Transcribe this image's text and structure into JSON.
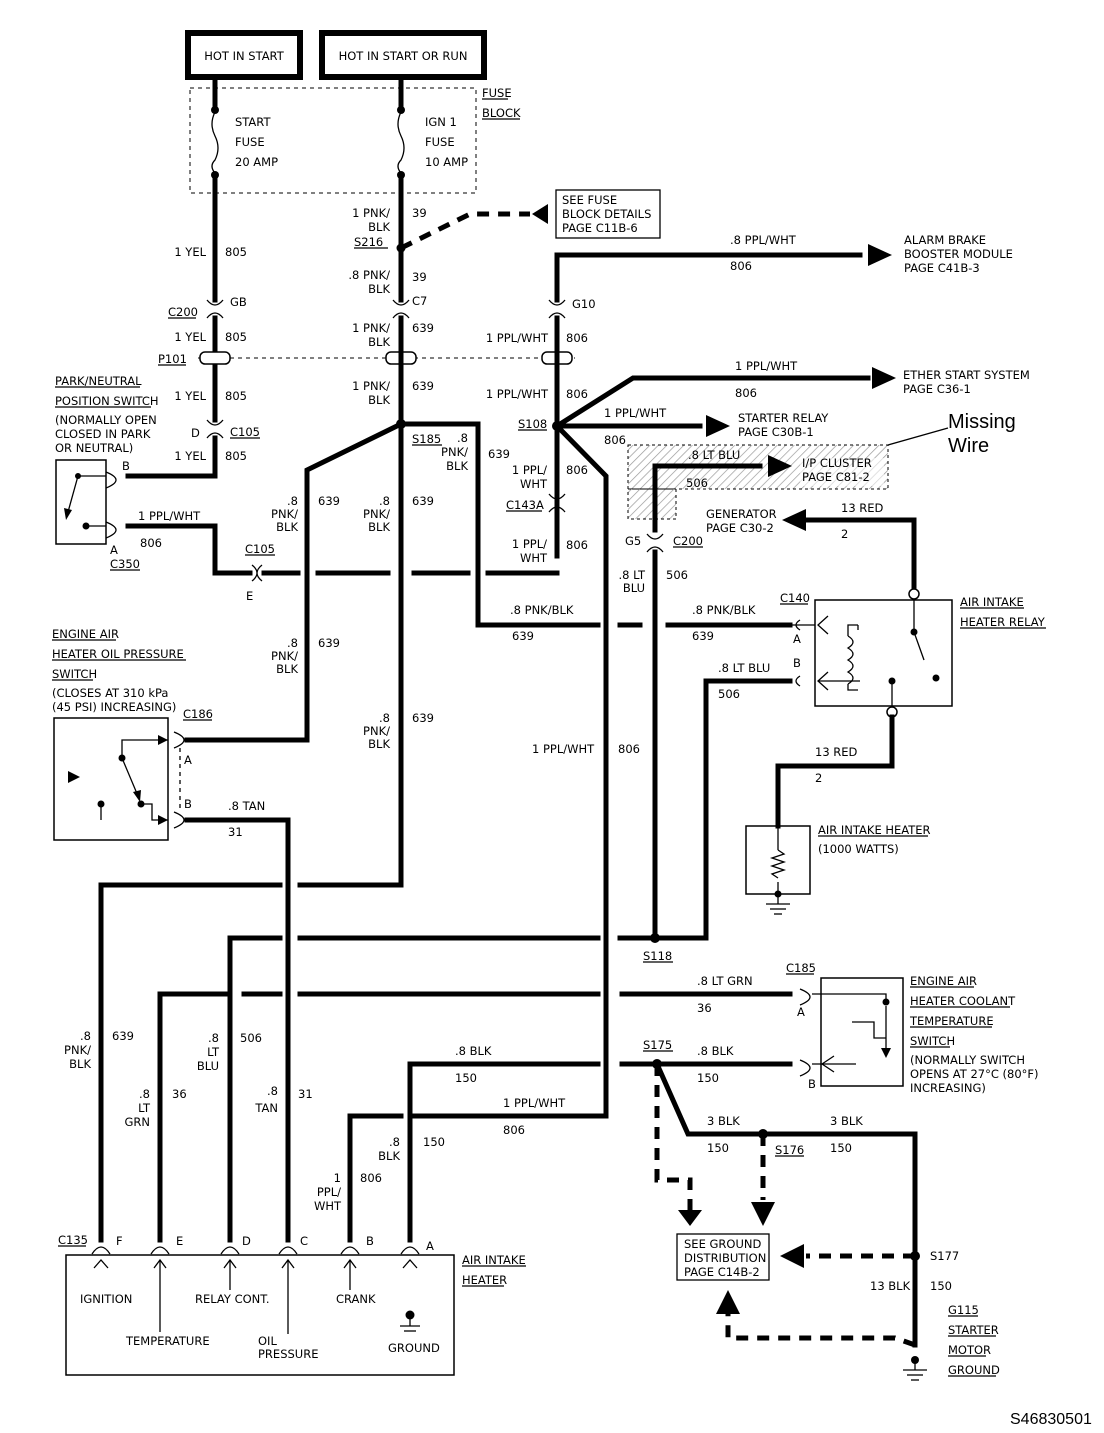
{
  "power": {
    "hot_start": "HOT IN START",
    "hot_start_run": "HOT IN START OR RUN"
  },
  "fuse_block": {
    "label1": "FUSE",
    "label2": "BLOCK",
    "start_fuse": [
      "START",
      "FUSE",
      "20 AMP"
    ],
    "ign_fuse": [
      "IGN 1",
      "FUSE",
      "10 AMP"
    ]
  },
  "fuse_ref": [
    "SEE FUSE",
    "BLOCK DETAILS",
    "PAGE C11B-6"
  ],
  "connectors": {
    "s216": "S216",
    "c200a": "C200",
    "gb": "GB",
    "c7": "C7",
    "g10": "G10",
    "p101": "P101",
    "d": "D",
    "c105a": "C105",
    "s185": "S185",
    "s108": "S108",
    "c143a": "C143A",
    "g5": "G5",
    "c200b": "C200",
    "c105b": "C105",
    "e": "E",
    "c350": "C350",
    "a": "A",
    "b": "B",
    "c140": "C140",
    "c186": "C186",
    "s118": "S118",
    "c185": "C185",
    "s175": "S175",
    "s176": "S176",
    "s177": "S177",
    "c135": "C135",
    "pin_f": "F",
    "pin_e": "E",
    "pin_d": "D",
    "pin_c": "C",
    "pin_b": "B",
    "pin_a": "A"
  },
  "wires": {
    "yel": "1 YEL",
    "w805": "805",
    "pnk_blk_1": "1 PNK/",
    "blk": "BLK",
    "w39": "39",
    "pnk_blk_8": ".8 PNK/",
    "w639": "639",
    "ppl_wht_1": "1 PPL/WHT",
    "w806": "806",
    "ppl_wht_8": ".8 PPL/WHT",
    "ppl_slash": "1 PPL/",
    "wht": "WHT",
    "pnk_blk_inline": ".8 PNK/BLK",
    "lt_blu_8": ".8 LT BLU",
    "w506": "506",
    "red_13": "13 RED",
    "w2": "2",
    "lt_blu_8a": ".8 LT",
    "blu": "BLU",
    "tan": ".8 TAN",
    "w31": "31",
    "lt_grn": ".8 LT GRN",
    "w36": "36",
    "blk_8": ".8 BLK",
    "w150": "150",
    "blk_3": "3 BLK",
    "blk_13": "13 BLK",
    "p8": ".8",
    "pnk": "PNK/",
    "lt": "LT",
    "grn": "GRN",
    "tan_v": "TAN",
    "one": "1",
    "ppl": "PPL/"
  },
  "components": {
    "park_neutral": [
      "PARK/NEUTRAL",
      "POSITION SWITCH",
      "(NORMALLY OPEN",
      "CLOSED IN PARK",
      "OR NEUTRAL)"
    ],
    "oil_switch": [
      "ENGINE AIR",
      "HEATER OIL PRESSURE",
      "SWITCH",
      "(CLOSES AT 310 kPa",
      "(45 PSI) INCREASING)"
    ],
    "relay": [
      "AIR INTAKE",
      "HEATER RELAY"
    ],
    "heater": [
      "AIR INTAKE HEATER",
      "(1000 WATTS)"
    ],
    "coolant": [
      "ENGINE AIR",
      "HEATER COOLANT",
      "TEMPERATURE",
      "SWITCH",
      "(NORMALLY SWITCH",
      "OPENS AT 27°C (80°F)",
      "INCREASING)"
    ],
    "module_title": [
      "AIR INTAKE",
      "HEATER"
    ],
    "module_labels": {
      "ignition": "IGNITION",
      "temperature": "TEMPERATURE",
      "relay_cont": "RELAY CONT.",
      "oil": "OIL",
      "pressure": "PRESSURE",
      "crank": "CRANK",
      "ground": "GROUND"
    },
    "ground_dist": [
      "SEE GROUND",
      "DISTRIBUTION",
      "PAGE C14B-2"
    ],
    "g115": [
      "G115",
      "STARTER",
      "MOTOR",
      "GROUND"
    ]
  },
  "references": {
    "alarm": [
      "ALARM BRAKE",
      "BOOSTER MODULE",
      "PAGE C41B-3"
    ],
    "ether": [
      "ETHER START SYSTEM",
      "PAGE C36-1"
    ],
    "starter": [
      "STARTER RELAY",
      "PAGE C30B-1"
    ],
    "cluster": [
      "I/P CLUSTER",
      "PAGE C81-2"
    ],
    "generator": [
      "GENERATOR",
      "PAGE C30-2"
    ]
  },
  "annotation": [
    "Missing",
    "Wire"
  ],
  "figure_id": "S46830501"
}
